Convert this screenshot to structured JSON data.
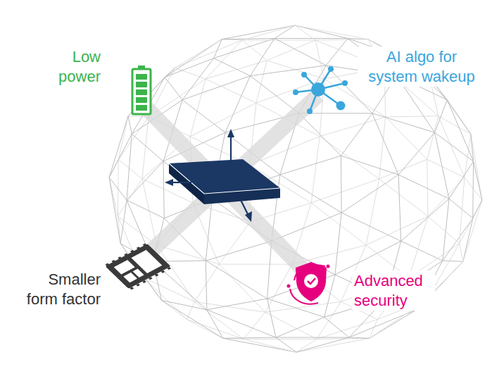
{
  "diagram": {
    "labels": [
      "Low power",
      "AI algo for system wakeup",
      "Smaller form factor",
      "Advanced security"
    ]
  }
}
